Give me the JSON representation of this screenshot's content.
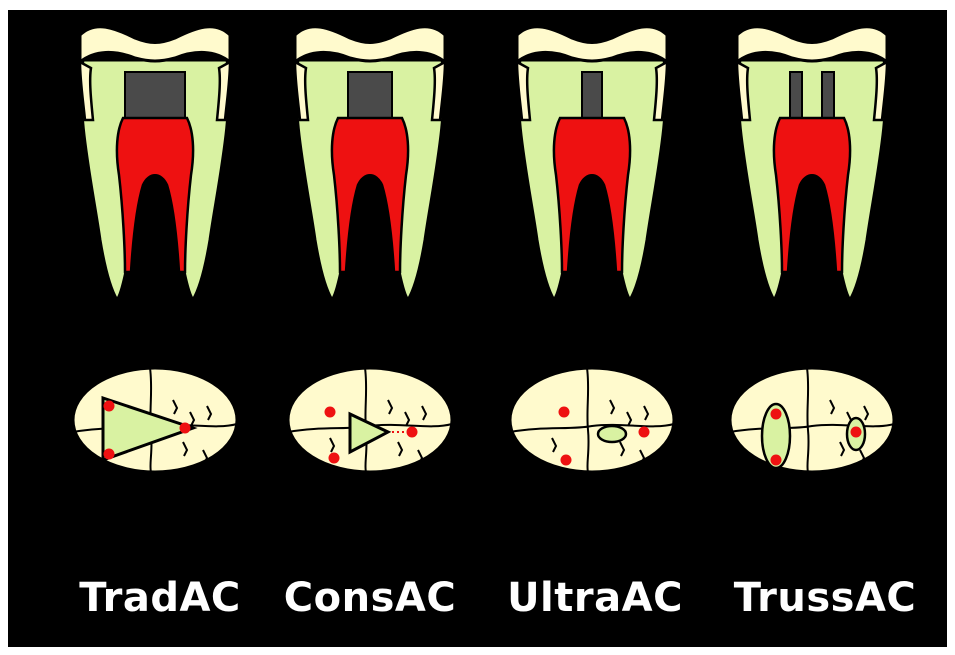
{
  "colors": {
    "background": "#000000",
    "enamel": "#fffacd",
    "dentin": "#d9f2a2",
    "pulp": "#ee1111",
    "cavity": "#4a4a4a",
    "canal_orifice": "#ee1111",
    "outline": "#000000",
    "label_text": "#ffffff"
  },
  "teeth": [
    {
      "label": "TradAC",
      "access_shape": "triangle"
    },
    {
      "label": "ConsAC",
      "access_shape": "small-triangle"
    },
    {
      "label": "UltraAC",
      "access_shape": "small-oval"
    },
    {
      "label": "TrussAC",
      "access_shape": "two-ovals"
    }
  ]
}
